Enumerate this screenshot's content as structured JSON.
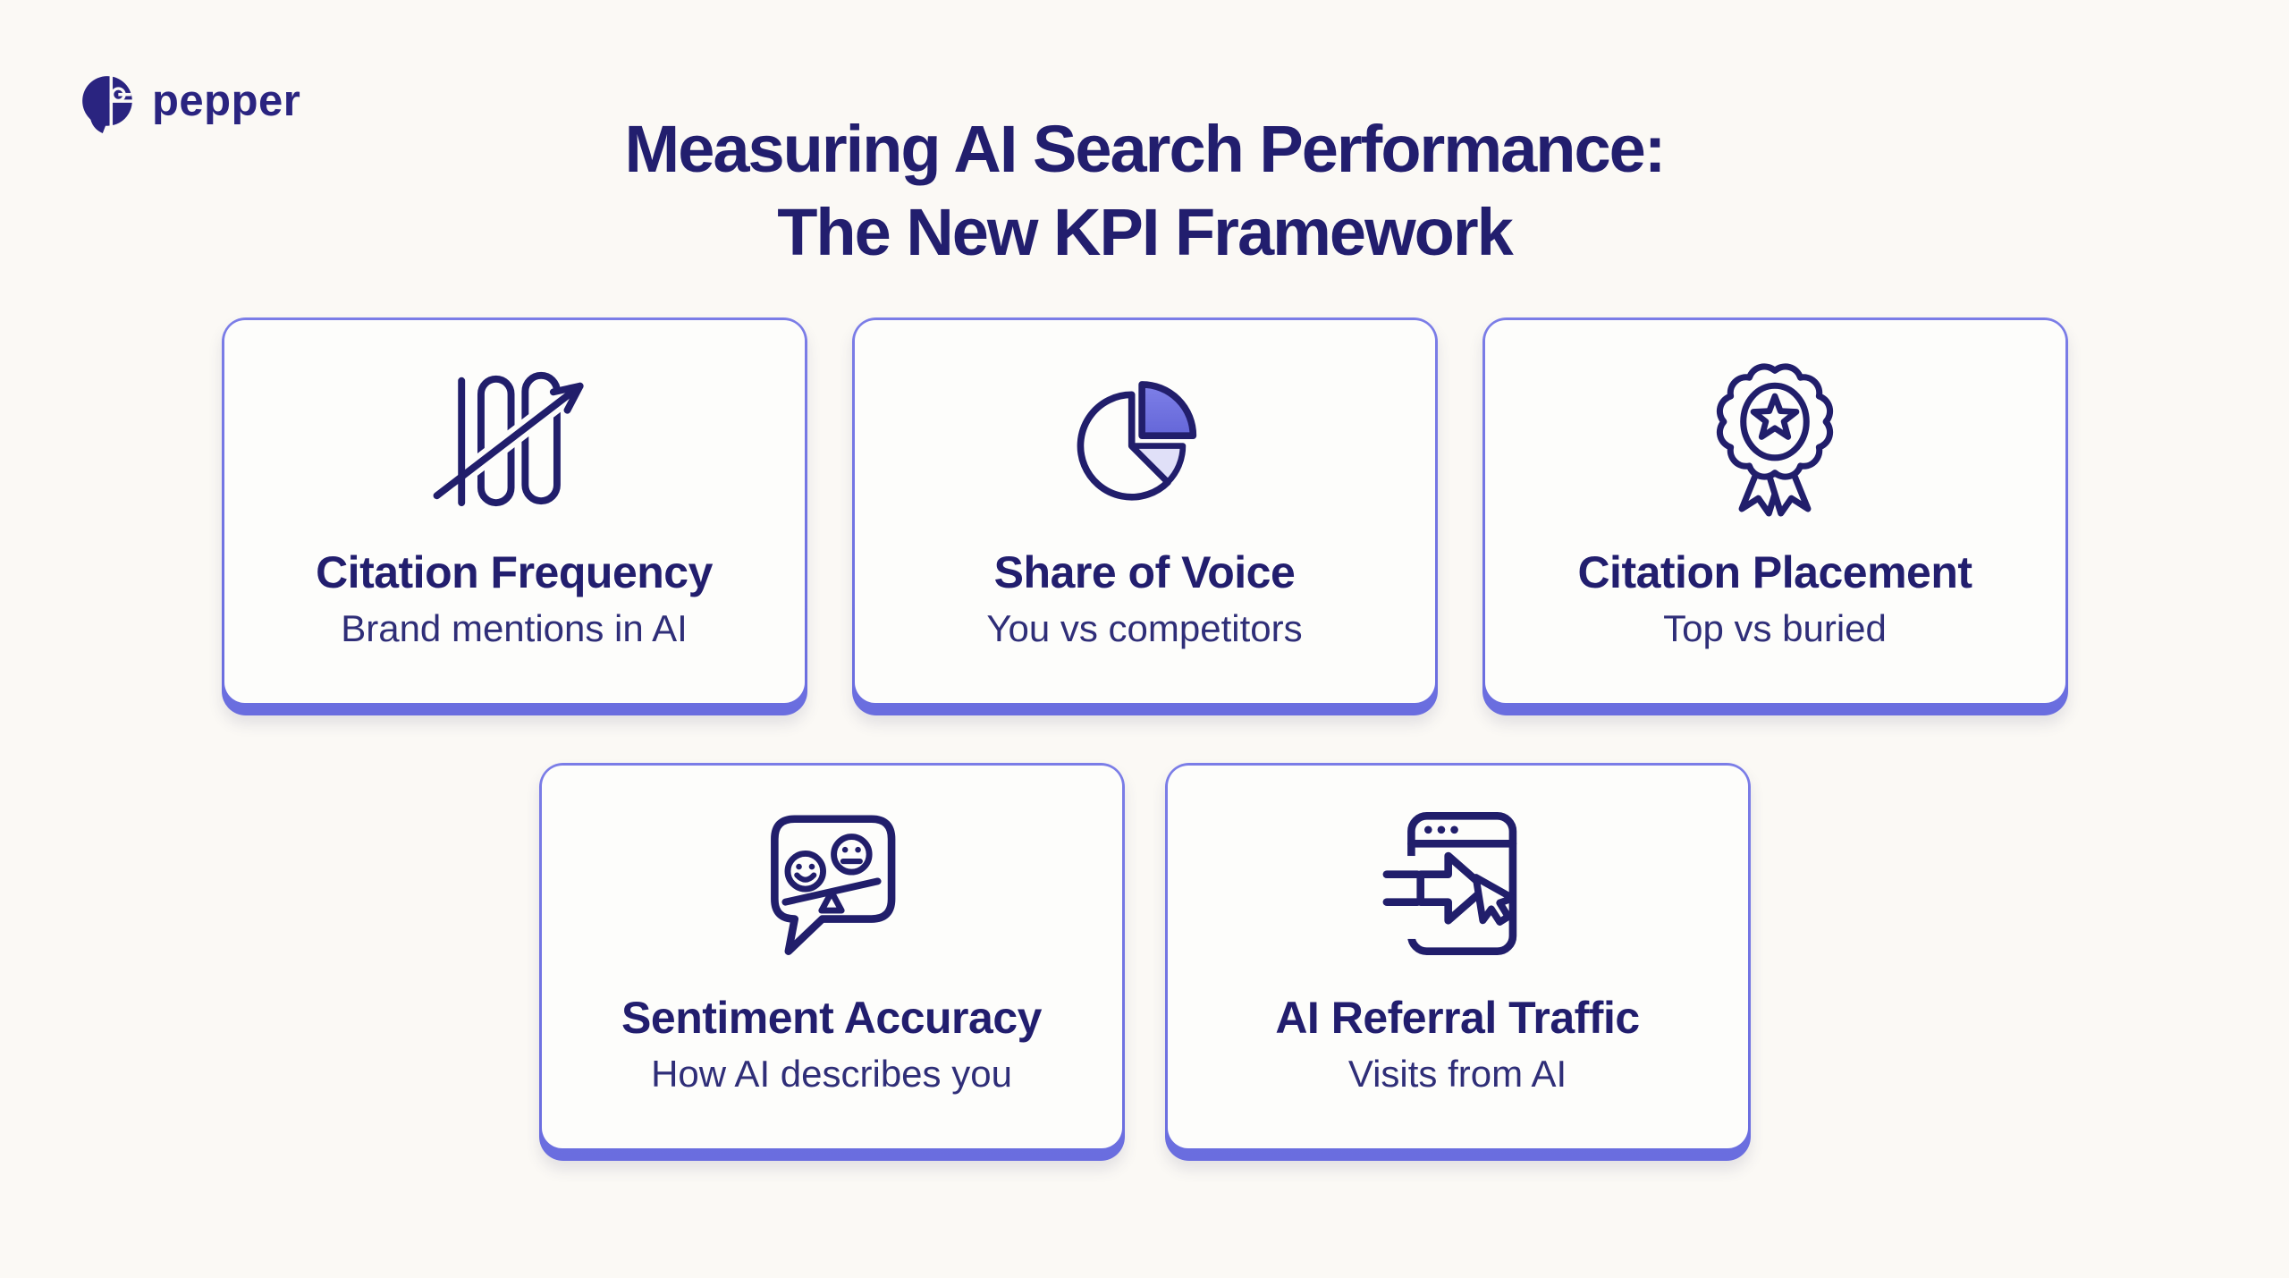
{
  "page": {
    "background_color": "#FBF9F5",
    "title_line1": "Measuring AI Search Performance:",
    "title_line2": "The New KPI Framework",
    "title_color": "#221E6E"
  },
  "logo": {
    "text": "pepper",
    "color": "#2A2480",
    "icon": "pepper-logo-icon"
  },
  "colors": {
    "navy_ink": "#211E6B",
    "card_border": "#7B7DE7",
    "card_bottom_bar": "#6A6DDF",
    "card_background": "#FDFDFB",
    "pie_slice_fill": "#7173DE",
    "pie_slice_light_fill": "#E0E0F8"
  },
  "cards": [
    {
      "id": "citation-frequency",
      "icon": "growth-100-arrow-icon",
      "title": "Citation Frequency",
      "subtitle": "Brand mentions in AI"
    },
    {
      "id": "share-of-voice",
      "icon": "pie-chart-icon",
      "title": "Share of Voice",
      "subtitle": "You vs competitors"
    },
    {
      "id": "citation-placement",
      "icon": "award-ribbon-icon",
      "title": "Citation Placement",
      "subtitle": "Top vs buried"
    },
    {
      "id": "sentiment-accuracy",
      "icon": "sentiment-balance-speech-bubble-icon",
      "title": "Sentiment Accuracy",
      "subtitle": "How AI describes you"
    },
    {
      "id": "ai-referral-traffic",
      "icon": "browser-inbound-arrow-cursor-icon",
      "title": "AI Referral Traffic",
      "subtitle": "Visits from AI"
    }
  ],
  "layout": {
    "row1_card_ids": [
      "citation-frequency",
      "share-of-voice",
      "citation-placement"
    ],
    "row2_card_ids": [
      "sentiment-accuracy",
      "ai-referral-traffic"
    ]
  }
}
